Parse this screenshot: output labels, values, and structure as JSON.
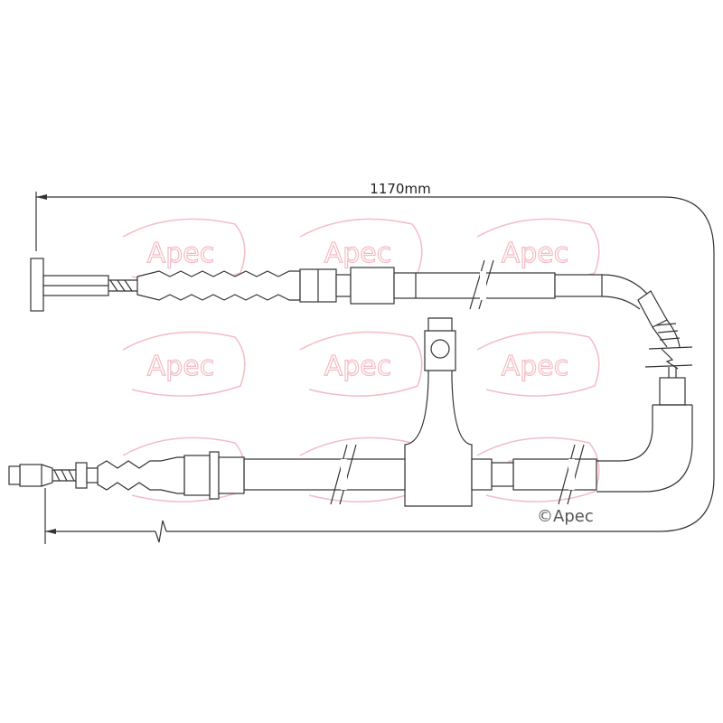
{
  "diagram": {
    "dimension_label": "1170mm",
    "copyright_label": "©Apec",
    "watermark_text": "Apec",
    "colors": {
      "line": "#333333",
      "watermark": "#f3bcc4",
      "background": "#ffffff"
    }
  }
}
